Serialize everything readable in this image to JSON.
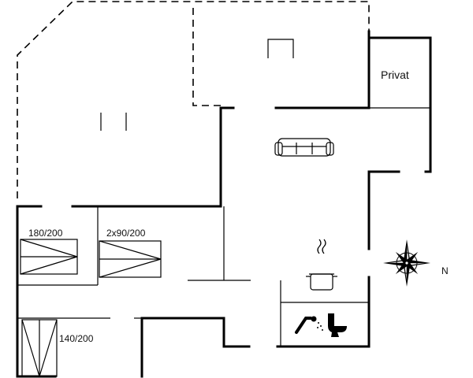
{
  "rooms": {
    "private_label": "Privat",
    "bedroom_1": "180/200",
    "bedroom_2": "2x90/200",
    "bedroom_3": "140/200"
  },
  "compass": {
    "north_label": "N"
  },
  "icons": {
    "sofa": "sofa-icon",
    "kitchen": "cooking-pot-icon",
    "shower": "shower-icon",
    "toilet": "toilet-icon",
    "compass": "compass-rose-icon"
  }
}
